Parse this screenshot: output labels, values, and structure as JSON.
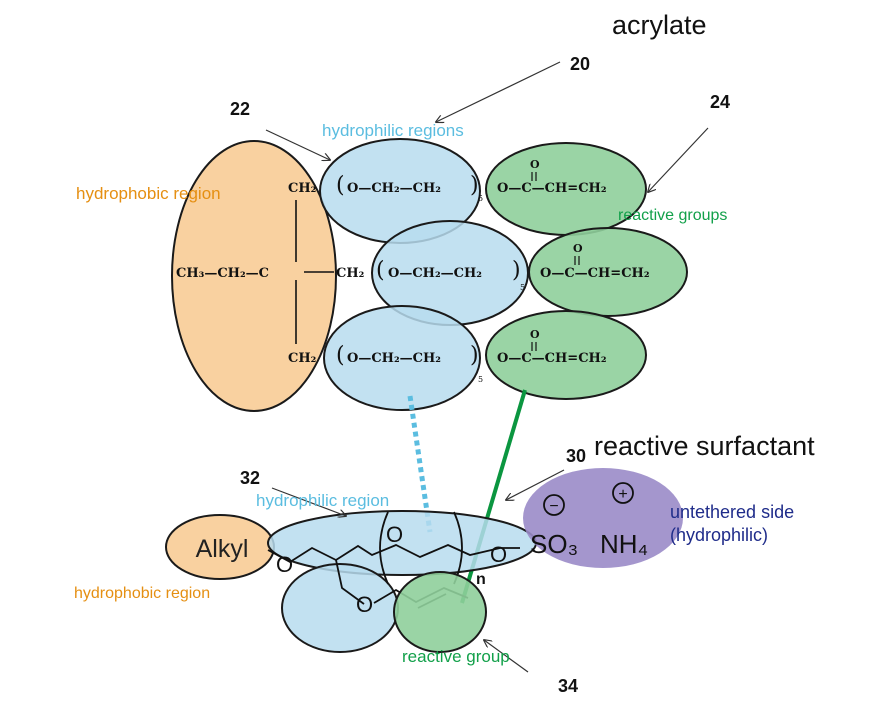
{
  "titles": {
    "acrylate": "acrylate",
    "surfactant": "reactive surfactant"
  },
  "refs": {
    "r20": "20",
    "r22": "22",
    "r24": "24",
    "r30": "30",
    "r32": "32",
    "r34": "34"
  },
  "labels": {
    "hydrophilic_regions": "hydrophilic regions",
    "hydrophobic_region_top": "hydrophobic region",
    "reactive_groups": "reactive groups",
    "hydrophilic_region": "hydrophilic region",
    "hydrophobic_region_bottom": "hydrophobic region",
    "reactive_group": "reactive group",
    "untethered_line1": "untethered side",
    "untethered_line2": "(hydrophilic)"
  },
  "chem": {
    "ch2": "CH₂",
    "ch3_ch2_c": "CH₃—CH₂—C",
    "ch2_center": "CH₂",
    "peg": "O—CH₂—CH₂",
    "sub5": "5",
    "ester": "O—C—CH=CH₂",
    "carbonyl_o": "O",
    "alkyl": "Alkyl",
    "so3": "SO₃",
    "nh4": "NH₄",
    "minus": "−",
    "plus": "+",
    "o_atom": "O",
    "n_sub": "n"
  },
  "colors": {
    "hydrophobic_fill": "#f9d1a0",
    "hydrophobic_text": "#e58f12",
    "hydrophilic_fill": "#b7dcef",
    "hydrophilic_text": "#5bbde0",
    "reactive_fill": "#8fcf9b",
    "reactive_text": "#12a04a",
    "untethered_fill": "#9a8bc8",
    "untethered_text": "#1f2c8a",
    "link_green": "#0b9640",
    "link_dots": "#5bbde0"
  }
}
